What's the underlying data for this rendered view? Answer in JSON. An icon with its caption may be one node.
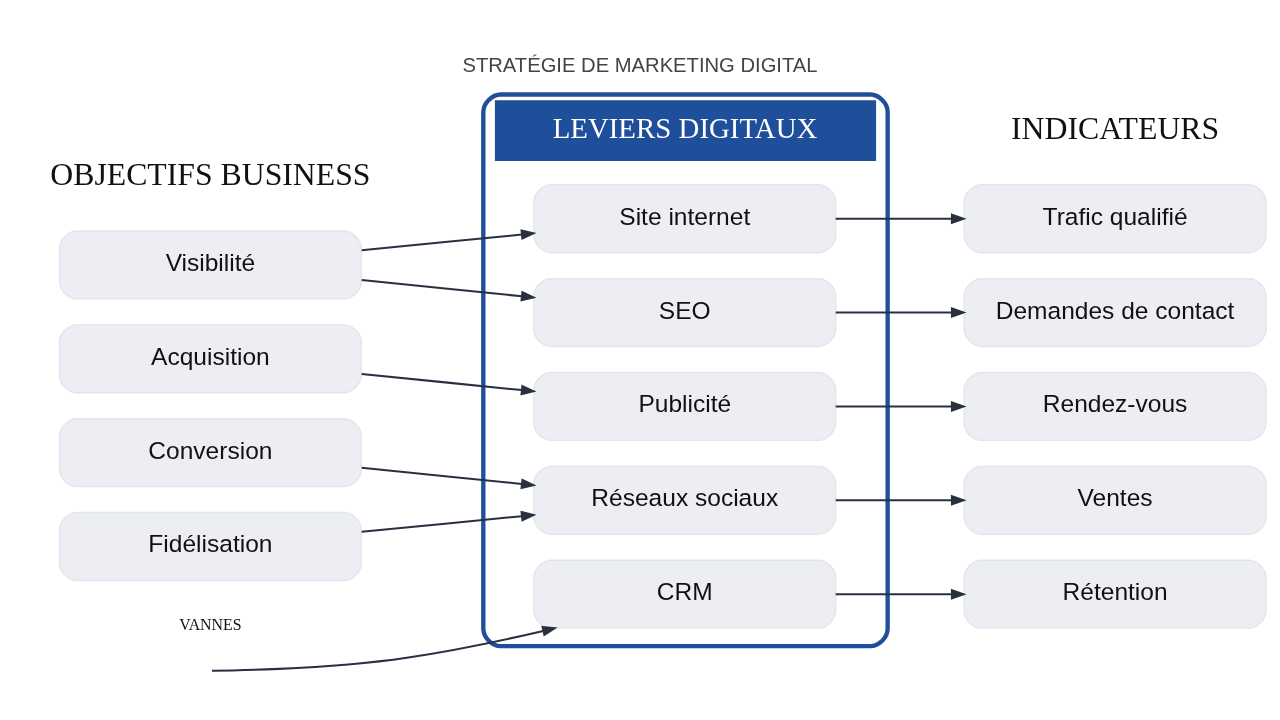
{
  "diagram": {
    "title": "STRATÉGIE DE MARKETING DIGITAL",
    "nodes": [
      {
        "text": [
          "Visibilité"
        ]
      },
      {
        "text": [
          "Acquisition"
        ]
      },
      {
        "text": [
          "Conversion"
        ]
      },
      {
        "text": [
          "Fidélisation"
        ]
      },
      {
        "text": [
          "LEVIERS DIGITAUX"
        ]
      },
      {
        "text": [
          "Site internet"
        ],
        "in": 4
      },
      {
        "text": [
          "SEO"
        ],
        "in": 4
      },
      {
        "text": [
          "Publicité"
        ],
        "in": 4
      },
      {
        "text": [
          "Réseaux sociaux"
        ],
        "in": 4
      },
      {
        "text": [
          "CRM"
        ],
        "in": 4
      },
      {
        "text": [
          "Trafic qualifié"
        ]
      },
      {
        "text": [
          "Demandes de contact"
        ]
      },
      {
        "text": [
          "Rendez-vous"
        ]
      },
      {
        "text": [
          "Ventes"
        ]
      },
      {
        "text": [
          "Rétention"
        ]
      }
    ],
    "edges": [
      {
        "from": 0,
        "to": 5,
        "arrow": "to"
      },
      {
        "from": 0,
        "to": 6,
        "arrow": "to"
      },
      {
        "from": 1,
        "to": 7,
        "arrow": "to"
      },
      {
        "from": 2,
        "to": 8,
        "arrow": "to"
      },
      {
        "from": 3,
        "to": 8,
        "arrow": "to"
      },
      {
        "from": null,
        "to": 9,
        "arrow": "to"
      },
      {
        "from": 5,
        "to": 10,
        "arrow": "to"
      },
      {
        "from": 6,
        "to": 11,
        "arrow": "to"
      },
      {
        "from": 7,
        "to": 12,
        "arrow": "to"
      },
      {
        "from": 8,
        "to": 13,
        "arrow": "to"
      },
      {
        "from": 9,
        "to": 14,
        "arrow": "to"
      }
    ],
    "labels": [
      "OBJECTIFS BUSINESS",
      "INDICATEURS",
      "VANNES"
    ]
  }
}
